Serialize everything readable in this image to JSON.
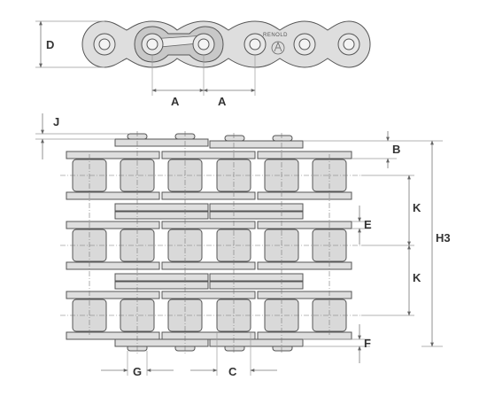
{
  "labels": {
    "a1": "A",
    "a2": "A",
    "d": "D",
    "j": "J",
    "b": "B",
    "k1": "K",
    "k2": "K",
    "e": "E",
    "h3": "H3",
    "f": "F",
    "g": "G",
    "c": "C"
  },
  "brand": "RENOLD",
  "colors": {
    "plate": "#dedede",
    "roller": "#d9d9d9",
    "outline": "#555555",
    "dimension": "#777777",
    "label": "#333333"
  }
}
